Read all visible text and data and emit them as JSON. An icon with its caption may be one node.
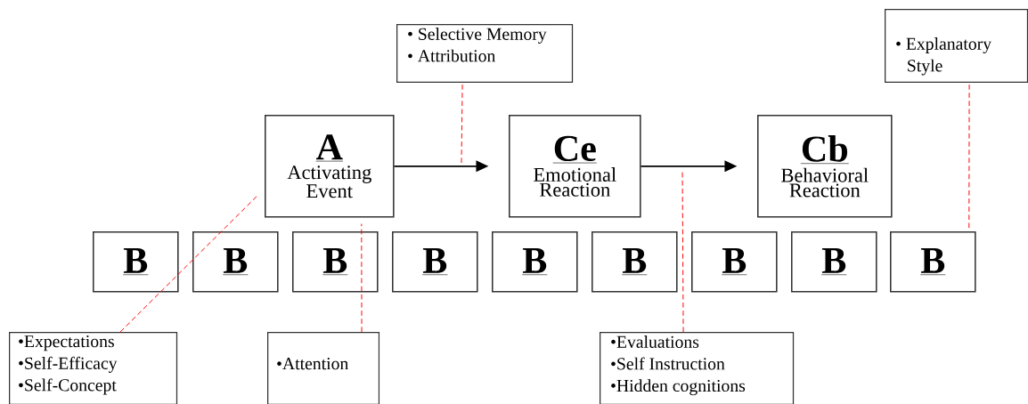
{
  "diagram": {
    "nodes": [
      {
        "text": [
          "A",
          "Activating Event"
        ]
      },
      {
        "text": [
          "Ce",
          "Emotional Reaction"
        ]
      },
      {
        "text": [
          "Cb",
          "Behavioral Reaction"
        ]
      },
      {
        "text": [
          "B"
        ]
      },
      {
        "text": [
          "B"
        ]
      },
      {
        "text": [
          "B"
        ]
      },
      {
        "text": [
          "B"
        ]
      },
      {
        "text": [
          "B"
        ]
      },
      {
        "text": [
          "B"
        ]
      },
      {
        "text": [
          "B"
        ]
      },
      {
        "text": [
          "B"
        ]
      },
      {
        "text": [
          "B"
        ]
      },
      {
        "text": [
          "• Selective Memory",
          "• Attribution"
        ]
      },
      {
        "text": [
          "• Explanatory Style"
        ]
      },
      {
        "text": [
          "•Expectations",
          "•Self-Efficacy",
          "•Self-Concept"
        ]
      },
      {
        "text": [
          "•Attention"
        ]
      },
      {
        "text": [
          "•Evaluations",
          "•Self Instruction",
          "•Hidden cognitions"
        ]
      }
    ],
    "edges": [
      {
        "from": 0,
        "to": 1,
        "arrow": "to",
        "color": "#000000"
      },
      {
        "from": 1,
        "to": 2,
        "arrow": "to",
        "color": "#000000"
      },
      {
        "from": 12,
        "to": null,
        "arrow": "none",
        "style": "dashed",
        "color": "#ff0000"
      },
      {
        "from": 14,
        "to": 0,
        "arrow": "none",
        "style": "dashed",
        "color": "#ff0000"
      },
      {
        "from": 15,
        "to": 0,
        "arrow": "none",
        "style": "dashed",
        "color": "#ff0000"
      },
      {
        "from": 16,
        "to": null,
        "arrow": "none",
        "style": "dashed",
        "color": "#ff0000"
      },
      {
        "from": 13,
        "to": 11,
        "arrow": "none",
        "style": "dashed",
        "color": "#ff0000"
      }
    ]
  }
}
